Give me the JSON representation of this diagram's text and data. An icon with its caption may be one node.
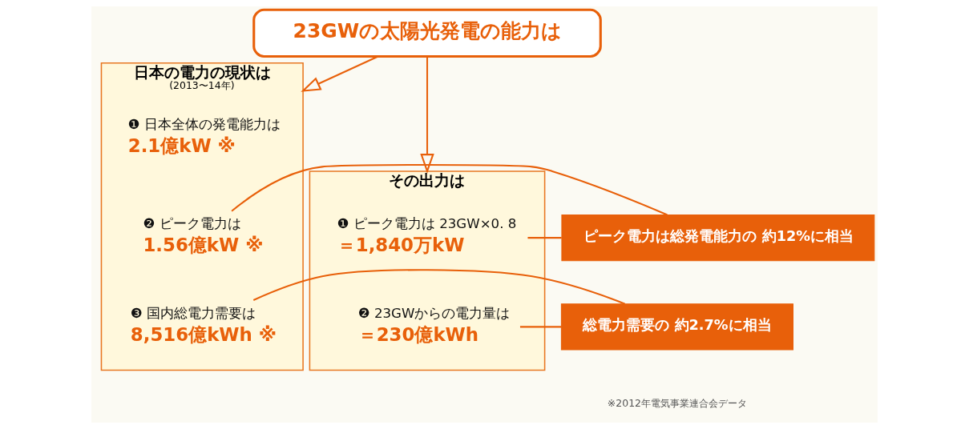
{
  "diagram": {
    "nodes": [
      {
        "text": [
          "23GWの太陽光発電の能力は"
        ]
      },
      {
        "text": [],
        "shape": "box",
        "beside": [
          "その出力は"
        ]
      },
      {
        "text": [
          "❶ ピーク電力は 23GW×0. 8",
          "＝1,840万kW"
        ],
        "in": 1
      },
      {
        "text": [
          "❷ 23GWからの電力量は",
          "＝230億kWh"
        ],
        "in": 1
      },
      {
        "text": [
          "ピーク電力は総発電能力の 約12%に相当"
        ]
      },
      {
        "text": [
          "総電力需要の 約2.7%に相当"
        ]
      },
      {
        "text": [],
        "shape": "box",
        "beside": [
          "日本の電力の現状は",
          "(2013〜14年)"
        ]
      },
      {
        "text": [
          "❶ 日本全体の発電能力は",
          "2.1億kW ※"
        ],
        "in": 6
      },
      {
        "text": [
          "❷ ピーク電力は",
          "1.56億kW ※"
        ],
        "in": 6
      },
      {
        "text": [
          "❸ 国内総電力需要は",
          "8,516億kWh ※"
        ],
        "in": 6
      }
    ],
    "edges": [
      {
        "from": 0,
        "to": 1,
        "arrow": "to"
      },
      {
        "from": 0,
        "to": 6,
        "arrow": "to"
      },
      {
        "from": 4,
        "to": 2,
        "arrow": "none"
      },
      {
        "from": 4,
        "to": 8,
        "arrow": "none"
      },
      {
        "from": 5,
        "to": 3,
        "arrow": "none"
      },
      {
        "from": 5,
        "to": 9,
        "arrow": "none"
      }
    ],
    "labels": [
      "※2012年電気事業連合会データ"
    ]
  }
}
